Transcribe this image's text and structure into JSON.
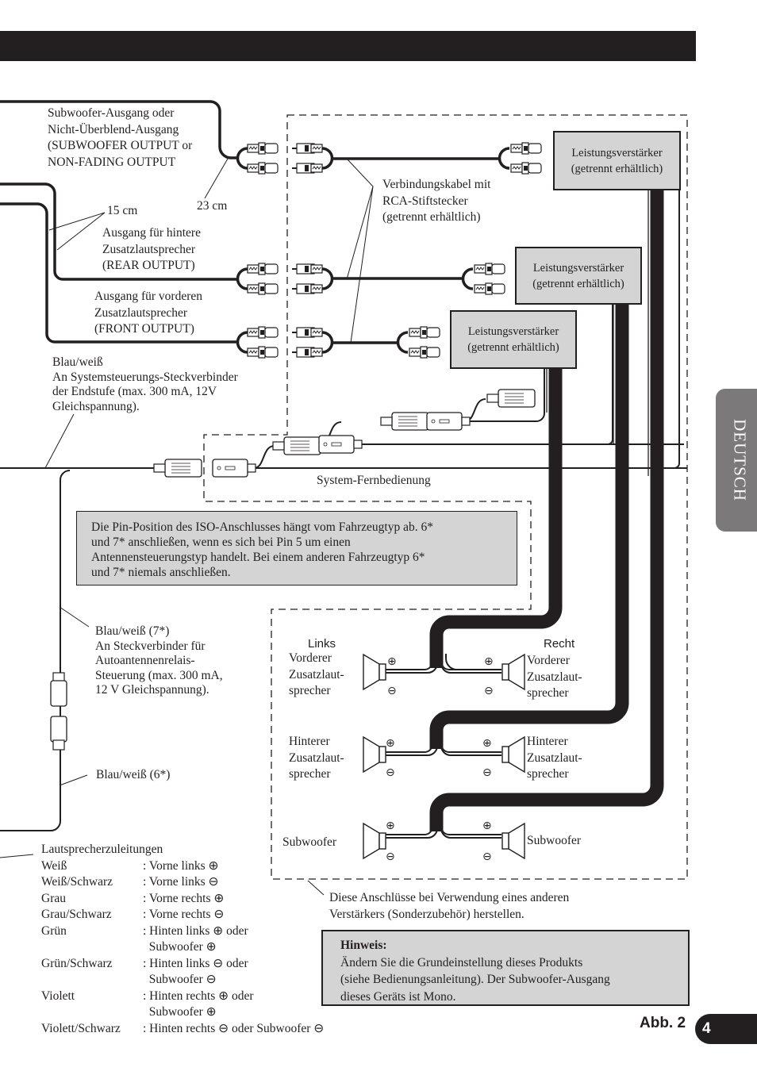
{
  "page": {
    "language_tab": "DEUTSCH",
    "figure_label": "Abb. 2",
    "page_number": "4",
    "colors": {
      "ink": "#231f20",
      "box_fill": "#d4d4d4",
      "tab_fill": "#7b7979"
    }
  },
  "labels": {
    "subwoofer_output": "Subwoofer-Ausgang oder\nNicht-Überblend-Ausgang\n(SUBWOOFER OUTPUT or\nNON-FADING OUTPUT",
    "len_23": "23 cm",
    "len_15": "15 cm",
    "rear_output": "Ausgang für hintere\nZusatzlautsprecher\n(REAR OUTPUT)",
    "front_output": "Ausgang für vorderen\nZusatzlautsprecher\n(FRONT OUTPUT)",
    "rca_cable": "Verbindungskabel mit\nRCA-Stiftstecker\n(getrennt erhältlich)",
    "blue_white_system": "Blau/weiß\nAn Systemsteuerungs-Steckverbinder\nder Endstufe (max. 300 mA, 12V\nGleichspannung).",
    "system_remote": "System-Fernbedienung",
    "blue_white_7": "Blau/weiß (7*)\nAn Steckverbinder für\nAutoantennenrelais-\nSteuerung (max. 300 mA,\n12 V Gleichspannung).",
    "blue_white_6": "Blau/weiß (6*)",
    "other_amp_note": "Diese Anschlüsse bei Verwendung eines anderen\nVerstärkers (Sonderzubehör) herstellen."
  },
  "amplifiers": [
    {
      "line1": "Leistungsverstärker",
      "line2": "(getrennt erhältlich)"
    },
    {
      "line1": "Leistungsverstärker",
      "line2": "(getrennt erhältlich)"
    },
    {
      "line1": "Leistungsverstärker",
      "line2": "(getrennt erhältlich)"
    }
  ],
  "iso_note": "Die Pin-Position des ISO-Anschlusses hängt vom Fahrzeugtyp ab. 6*\nund 7* anschließen, wenn es sich bei Pin 5 um einen\nAntennensteuerungstyp handelt. Bei einem anderen Fahrzeugtyp 6*\nund 7* niemals anschließen.",
  "speakers": {
    "left_header": "Links",
    "right_header": "Recht",
    "front_left": "Vorderer\nZusatzlaut-\nsprecher",
    "front_right": "Vorderer\nZusatzlaut-\nsprecher",
    "rear_left": "Hinterer\nZusatzlaut-\nsprecher",
    "rear_right": "Hinterer\nZusatzlaut-\nsprecher",
    "sub_left": "Subwoofer",
    "sub_right": "Subwoofer",
    "plus": "⊕",
    "minus": "⊖"
  },
  "speaker_leads": {
    "title": "Lautsprecherzuleitungen",
    "rows": [
      {
        "color": "Weiß",
        "desc": ": Vorne links ⊕"
      },
      {
        "color": "Weiß/Schwarz",
        "desc": ": Vorne links ⊖"
      },
      {
        "color": "Grau",
        "desc": ": Vorne rechts ⊕"
      },
      {
        "color": "Grau/Schwarz",
        "desc": ": Vorne rechts ⊖"
      },
      {
        "color": "Grün",
        "desc": ": Hinten links ⊕ oder"
      },
      {
        "color": "",
        "desc": "  Subwoofer ⊕"
      },
      {
        "color": "Grün/Schwarz",
        "desc": ": Hinten links ⊖ oder"
      },
      {
        "color": "",
        "desc": "  Subwoofer ⊖"
      },
      {
        "color": "Violett",
        "desc": ": Hinten rechts ⊕ oder"
      },
      {
        "color": "",
        "desc": "  Subwoofer ⊕"
      },
      {
        "color": "Violett/Schwarz",
        "desc": ": Hinten rechts ⊖ oder Subwoofer ⊖"
      }
    ]
  },
  "hinweis": {
    "title": "Hinweis:",
    "text": "Ändern Sie die Grundeinstellung dieses Produkts\n(siehe Bedienungsanleitung). Der Subwoofer-Ausgang\ndieses Geräts ist Mono."
  }
}
